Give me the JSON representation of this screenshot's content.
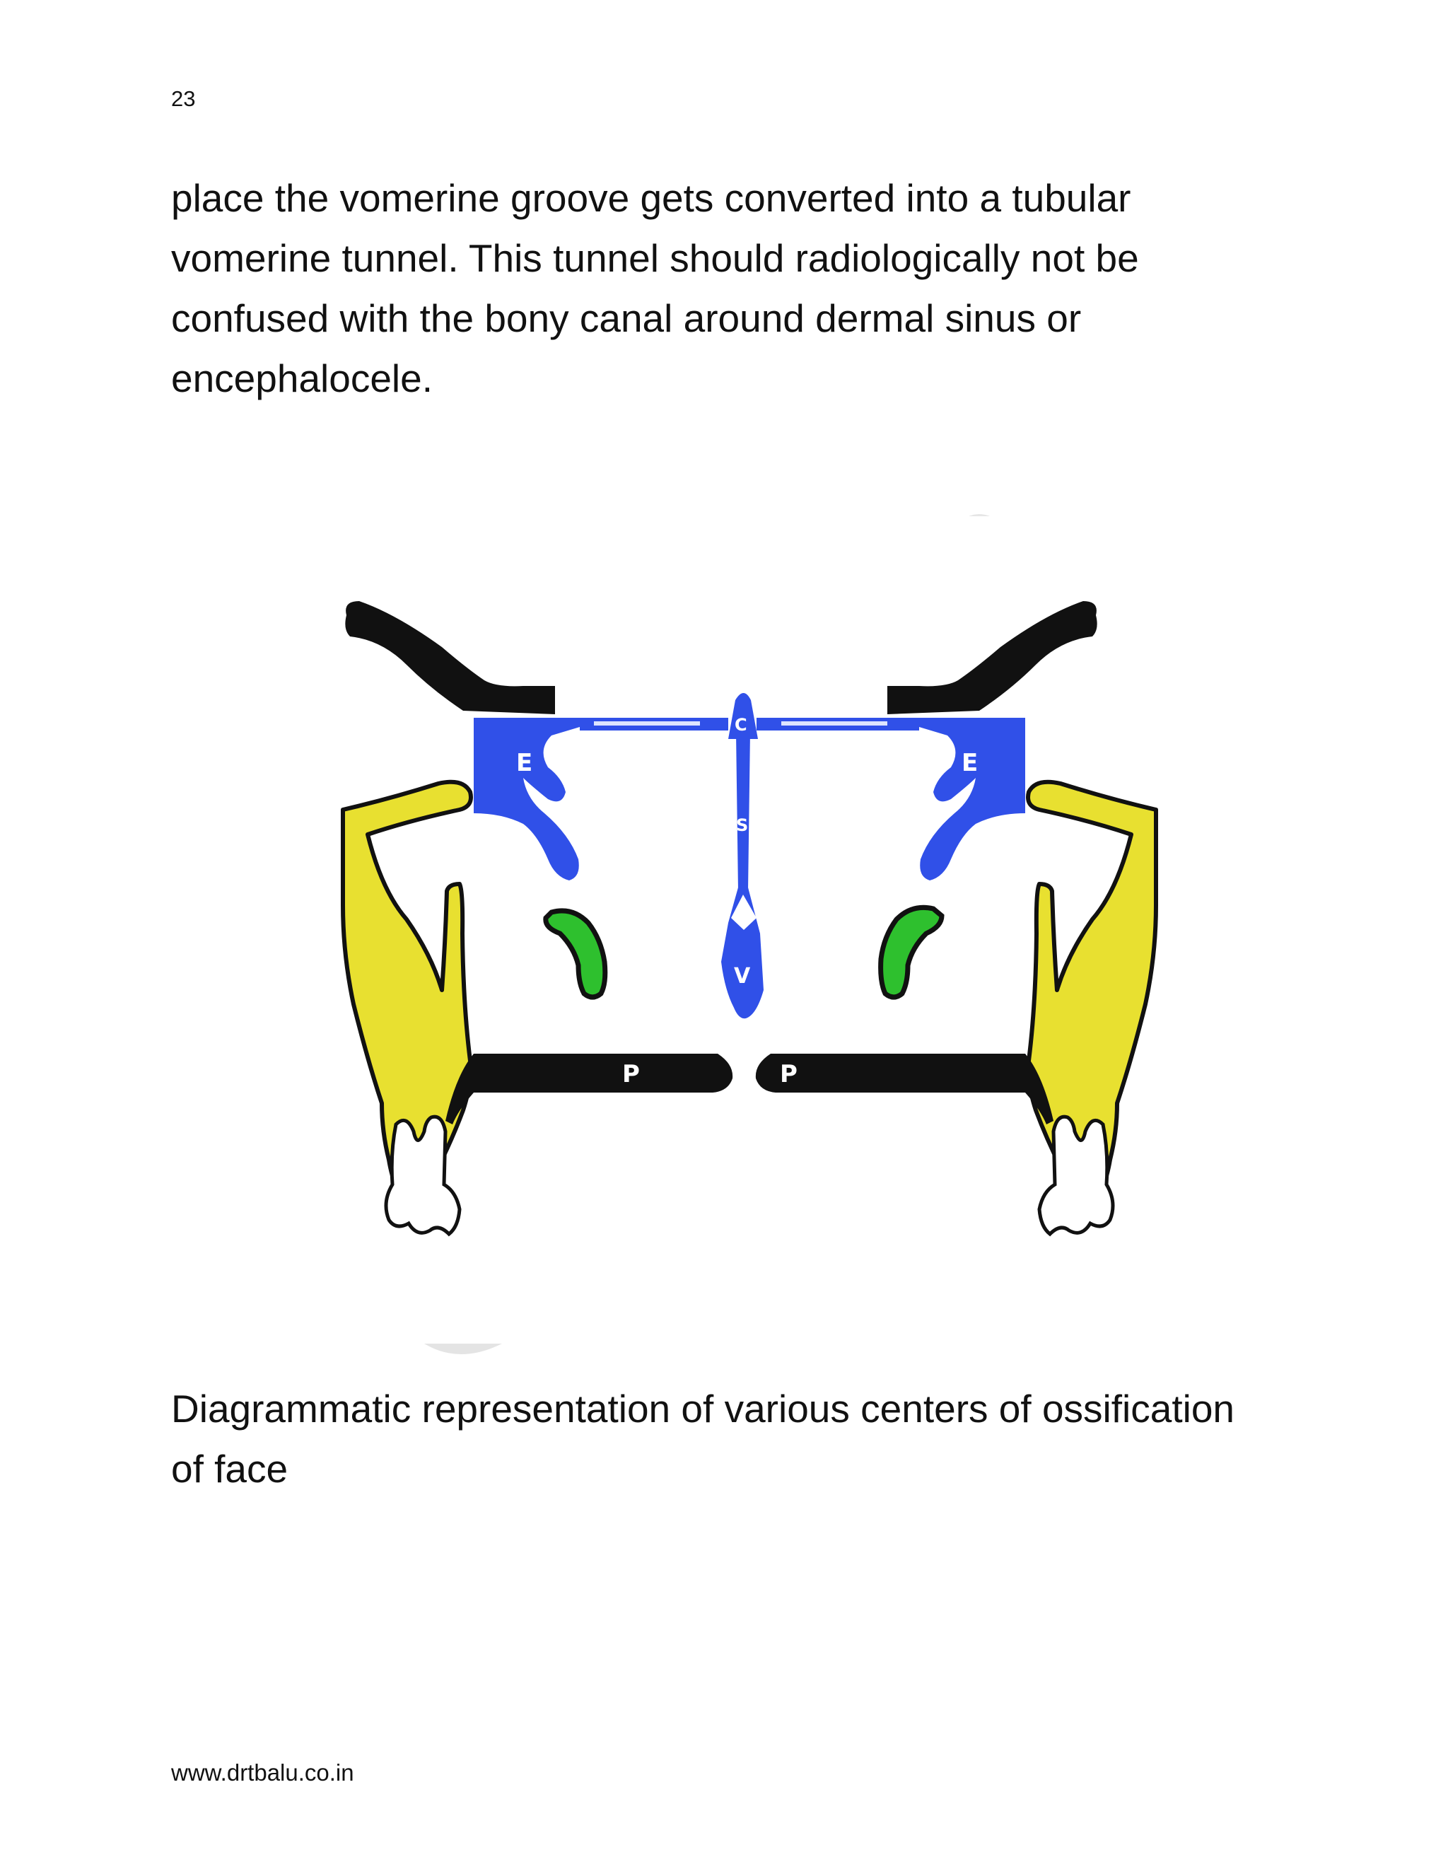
{
  "page": {
    "number": "23"
  },
  "body_lines": [
    "place the vomerine groove gets converted into a tubular",
    "vomerine tunnel.  This tunnel should radiologically not be",
    "confused with the bony canal around dermal sinus or",
    "encephalocele."
  ],
  "figure": {
    "labels": {
      "e_left": "E",
      "e_right": "E",
      "c": "C",
      "s": "S",
      "v": "V",
      "p_left": "P",
      "p_right": "P"
    },
    "colors": {
      "ethmoid": "#3050e8",
      "maxilla": "#e8e030",
      "palate": "#111111",
      "green": "#2ec02e",
      "tooth": "#ffffff"
    }
  },
  "caption_lines": [
    "Diagrammatic representation of various centers of ossification",
    "of face"
  ],
  "footer": {
    "url": "www.drtbalu.co.in"
  }
}
